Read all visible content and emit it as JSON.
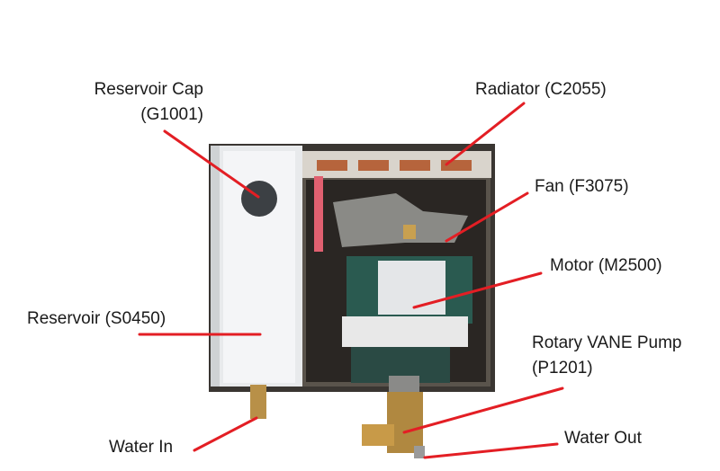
{
  "diagram": {
    "title": "",
    "device": "Water-cooled pump unit with reservoir, radiator, fan, motor and rotary vane pump",
    "accent_color": "#e31e24",
    "labels": [
      {
        "id": "reservoir-cap",
        "line1": "Reservoir Cap",
        "line2": "(G1001)"
      },
      {
        "id": "radiator",
        "line1": "Radiator (C2055)"
      },
      {
        "id": "fan",
        "line1": "Fan (F3075)"
      },
      {
        "id": "motor",
        "line1": "Motor (M2500)"
      },
      {
        "id": "reservoir",
        "line1": "Reservoir (S0450)"
      },
      {
        "id": "rotary-vane-pump",
        "line1": "Rotary VANE Pump",
        "line2": "(P1201)"
      },
      {
        "id": "water-in",
        "line1": "Water In"
      },
      {
        "id": "water-out",
        "line1": "Water Out"
      }
    ]
  }
}
